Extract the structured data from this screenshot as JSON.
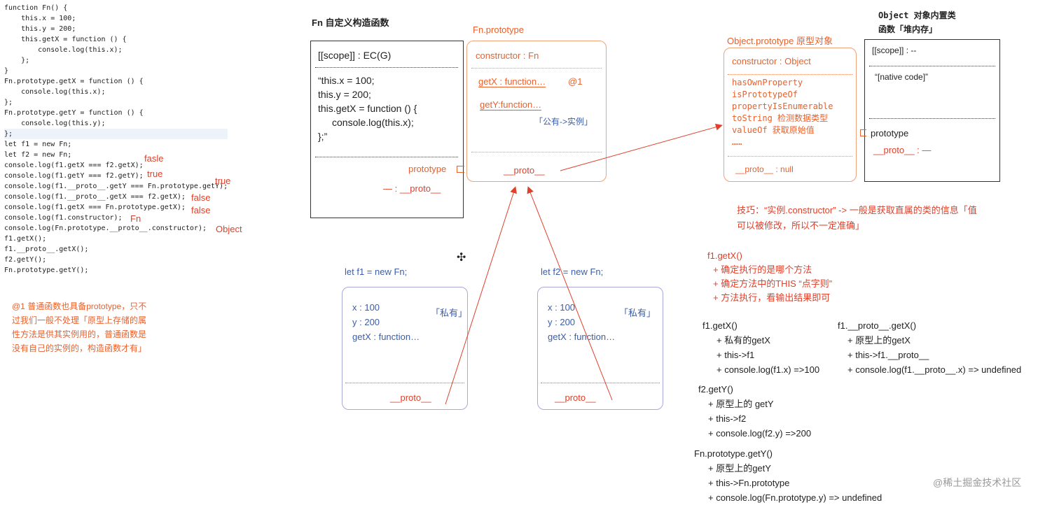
{
  "code_lines": [
    "function Fn() {",
    "    this.x = 100;",
    "    this.y = 200;",
    "    this.getX = function () {",
    "        console.log(this.x);",
    "    };",
    "}",
    "Fn.prototype.getX = function () {",
    "    console.log(this.x);",
    "};",
    "Fn.prototype.getY = function () {",
    "    console.log(this.y);",
    "};",
    "let f1 = new Fn;",
    "let f2 = new Fn;",
    "console.log(f1.getX === f2.getX);",
    "console.log(f1.getY === f2.getY);",
    "console.log(f1.__proto__.getY === Fn.prototype.getY);",
    "console.log(f1.__proto__.getX === f2.getX);",
    "console.log(f1.getX === Fn.prototype.getX);",
    "console.log(f1.constructor);",
    "console.log(Fn.prototype.__proto__.constructor);",
    "f1.getX();",
    "f1.__proto__.getX();",
    "f2.getY();",
    "Fn.prototype.getY();"
  ],
  "answers": {
    "a1": "fasle",
    "a2": "true",
    "a3": "true",
    "a4": "false",
    "a5": "false",
    "a6": "Fn",
    "a7": "Object"
  },
  "note_left": [
    "@1 普通函数也具备prototype，只不",
    "过我们一般不处理「原型上存储的属",
    "性方法是供其实例用的，普通函数是",
    "没有自己的实例的，构造函数才有」"
  ],
  "fn_box": {
    "title": "Fn 自定义构造函数",
    "scope": "[[scope]] : EC(G)",
    "body": [
      "“this.x = 100;",
      "this.y = 200;",
      "this.getX = function () {",
      "    console.log(this.x);",
      "};”"
    ],
    "prototype_label": "prototype",
    "proto_label": "— :  __proto__"
  },
  "fn_prototype": {
    "title": "Fn.prototype",
    "constructor": "constructor : Fn",
    "getx": "getX : function…",
    "getx_note": "@1",
    "gety": "getY:function…",
    "public": "「公有->实例」",
    "proto": "__proto__"
  },
  "object_prototype": {
    "title": "Object.prototype 原型对象",
    "constructor": "constructor : Object",
    "methods": [
      "hasOwnProperty",
      "isPrototypeOf",
      "propertyIsEnumerable",
      "toString 检测数据类型",
      "valueOf 获取原始值",
      "……"
    ],
    "proto": "__proto__  : null"
  },
  "object_class": {
    "title1": "Object 对象内置类",
    "title2": "函数「堆内存」",
    "scope": "[[scope]] : --",
    "native": "“[native code]”",
    "prototype": "prototype",
    "proto": "__proto__ : —"
  },
  "f1": {
    "label": "let f1 = new Fn;",
    "x": "x : 100",
    "y": "y : 200",
    "getx": "getX : function…",
    "private": "「私有」",
    "proto": "__proto__"
  },
  "f2": {
    "label": "let f2 = new Fn;",
    "x": "x : 100",
    "y": "y : 200",
    "getx": "getX : function…",
    "private": "「私有」",
    "proto": "__proto__"
  },
  "tip": [
    "技巧：“实例.constructor”  ->  一般是获取直属的类的信息「值",
    "可以被修改，所以不一定准确」"
  ],
  "f1_getx_steps": {
    "title": "f1.getX()",
    "lines": [
      "+ 确定执行的是哪个方法",
      "+ 确定方法中的THIS “点字则”",
      "+ 方法执行，看输出结果即可"
    ]
  },
  "calls": {
    "c1": {
      "title": "f1.getX()",
      "lines": [
        "+ 私有的getX",
        "+ this->f1",
        "+ console.log(f1.x) =>100"
      ]
    },
    "c2": {
      "title": "f1.__proto__.getX()",
      "lines": [
        "+ 原型上的getX",
        "+ this->f1.__proto__",
        "+ console.log(f1.__proto__.x) => undefined"
      ]
    },
    "c3": {
      "title": "f2.getY()",
      "lines": [
        "+ 原型上的 getY",
        "+ this->f2",
        "+ console.log(f2.y) =>200"
      ]
    },
    "c4": {
      "title": "Fn.prototype.getY()",
      "lines": [
        "+ 原型上的getY",
        "+ this->Fn.prototype",
        "+ console.log(Fn.prototype.y) => undefined"
      ]
    }
  },
  "watermark": "@稀土掘金技术社区",
  "colors": {
    "orange": "#e8612c",
    "red": "#e0402a",
    "blue": "#3b5ea8"
  }
}
